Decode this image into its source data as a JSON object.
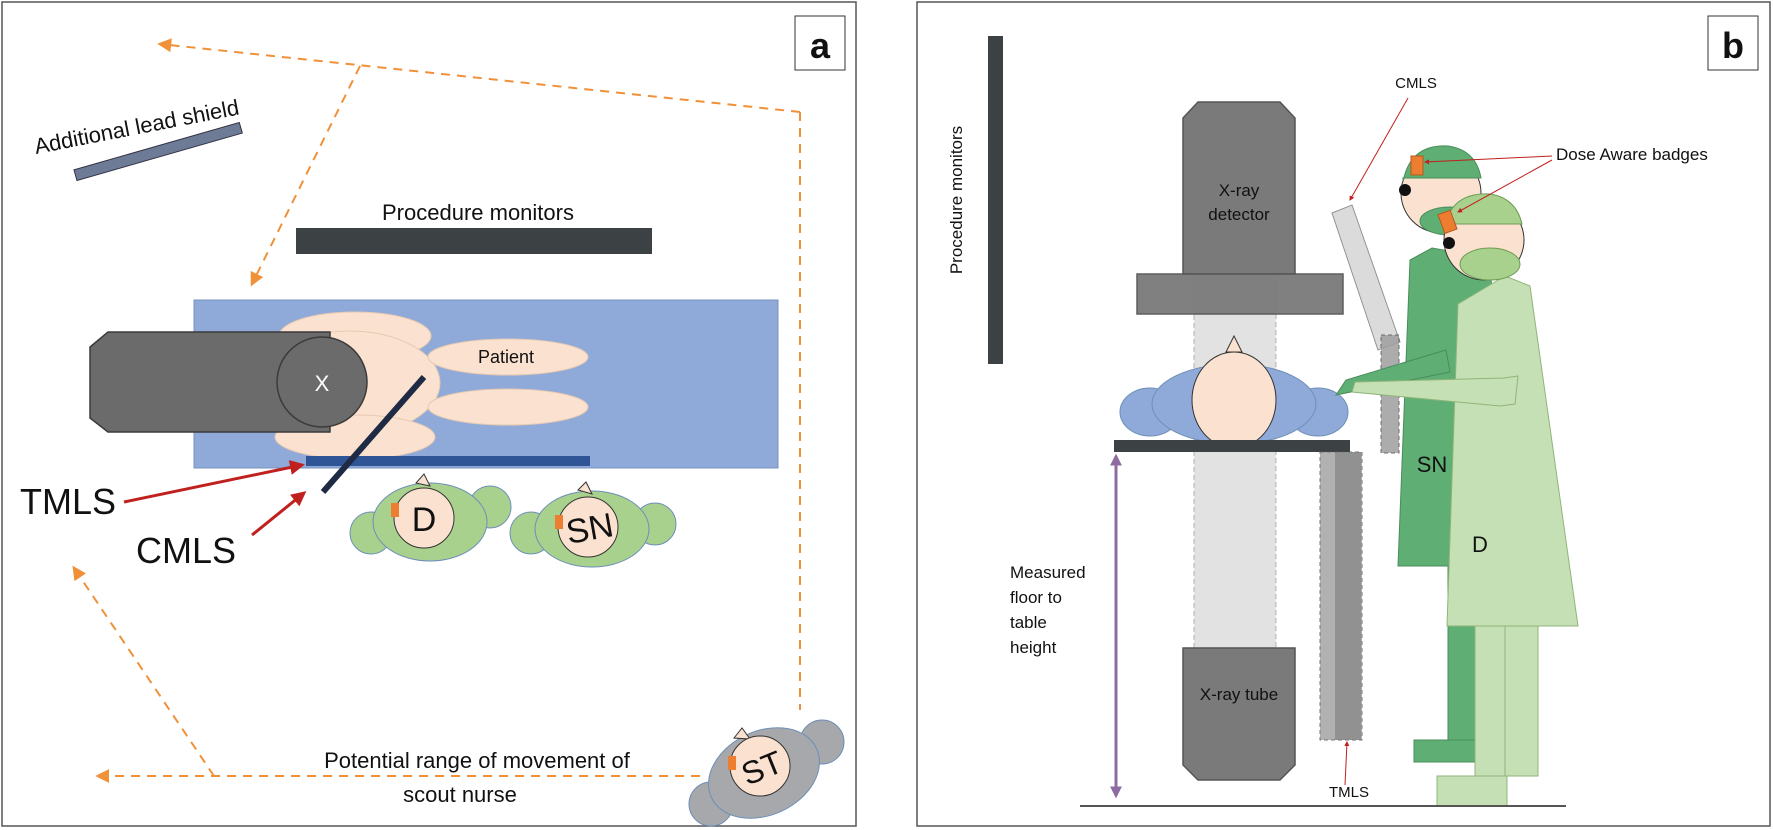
{
  "panel_a": {
    "label": "a",
    "additional_lead_shield": "Additional lead shield",
    "procedure_monitors": "Procedure monitors",
    "patient": "Patient",
    "xray_mark": "X",
    "tmls": "TMLS",
    "cmls": "CMLS",
    "doctor": "D",
    "scrub_nurse": "SN",
    "scout": "ST",
    "movement_line1": "Potential range of movement of",
    "movement_line2": "scout nurse"
  },
  "panel_b": {
    "label": "b",
    "procedure_monitors": "Procedure monitors",
    "detector_line1": "X-ray",
    "detector_line2": "detector",
    "tube": "X-ray tube",
    "cmls": "CMLS",
    "dose_badges": "Dose Aware badges",
    "scrub_nurse": "SN",
    "doctor": "D",
    "tmls": "TMLS",
    "height_line1": "Measured",
    "height_line2": "floor to",
    "height_line3": "table",
    "height_line4": "height"
  },
  "colors": {
    "orange_dashed": "#f0913a",
    "red_arrow": "#c0201e",
    "table_blue": "#8faad8",
    "dark_monitor": "#3c4244",
    "skin": "#fbe2d0",
    "gown_green": "#a9d18e",
    "dark_green": "#5faf74",
    "light_green": "#c5e0b4",
    "badge_orange": "#ed7d31",
    "purple": "#8e6ca1"
  }
}
